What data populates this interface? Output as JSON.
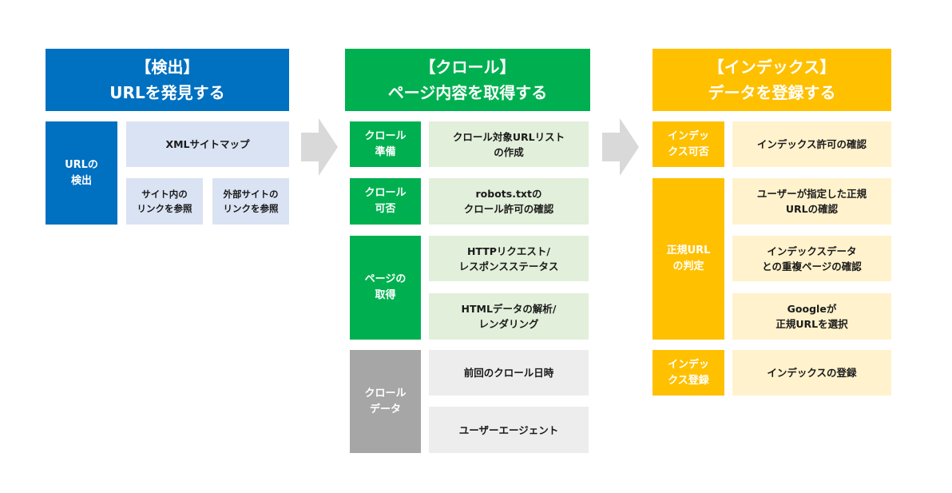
{
  "colors": {
    "detect": "#0070c0",
    "detect_light": "#dae3f3",
    "crawl": "#00b050",
    "crawl_light": "#e2efda",
    "crawl_data": "#a6a6a6",
    "crawl_data_light": "#ededed",
    "index": "#ffc000",
    "index_light": "#fff2cc",
    "arrow": "#d9d9d9"
  },
  "detect": {
    "header": "【検出】\nURLを発見する",
    "category": "URLの\n検出",
    "items": [
      "XMLサイトマップ",
      "サイト内の\nリンクを参照",
      "外部サイトの\nリンクを参照"
    ]
  },
  "crawl": {
    "header": "【クロール】\nページ内容を取得する",
    "groups": [
      {
        "category": "クロール\n準備",
        "items": [
          "クロール対象URLリスト\nの作成"
        ]
      },
      {
        "category": "クロール\n可否",
        "items": [
          "robots.txtの\nクロール許可の確認"
        ]
      },
      {
        "category": "ページの\n取得",
        "items": [
          "HTTPリクエスト/\nレスポンスステータス",
          "HTMLデータの解析/\nレンダリング"
        ]
      },
      {
        "category": "クロール\nデータ",
        "items": [
          "前回のクロール日時",
          "ユーザーエージェント"
        ]
      }
    ]
  },
  "index": {
    "header": "【インデックス】\nデータを登録する",
    "groups": [
      {
        "category": "インデッ\nクス可否",
        "items": [
          "インデックス許可の確認"
        ]
      },
      {
        "category": "正規URL\nの判定",
        "items": [
          "ユーザーが指定した正規\nURLの確認",
          "インデックスデータ\nとの重複ページの確認",
          "Googleが\n正規URLを選択"
        ]
      },
      {
        "category": "インデッ\nクス登録",
        "items": [
          "インデックスの登録"
        ]
      }
    ]
  }
}
